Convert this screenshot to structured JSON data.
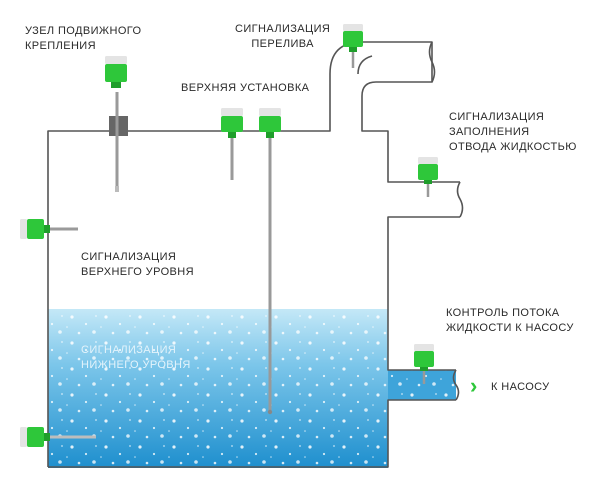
{
  "labels": {
    "mount_node": "УЗЕЛ ПОДВИЖНОГО\nКРЕПЛЕНИЯ",
    "overflow": "СИГНАЛИЗАЦИЯ\nПЕРЕЛИВА",
    "top_install": "ВЕРХНЯЯ УСТАНОВКА",
    "drain_fill": "СИГНАЛИЗАЦИЯ\nЗАПОЛНЕНИЯ\nОТВОДА ЖИДКОСТЬЮ",
    "upper_level": "СИГНАЛИЗАЦИЯ\nВЕРХНЕГО УРОВНЯ",
    "pump_flow": "КОНТРОЛЬ ПОТОКА\nЖИДКОСТИ К НАСОСУ",
    "lower_level": "СИГНАЛИЗАЦИЯ\nНИЖНЕГО УРОВНЯ",
    "to_pump": "К НАСОСУ"
  },
  "icons": {
    "sensor": "level-sensor-icon",
    "mount": "mount-clamp-icon",
    "arrow": "chevron-right-icon"
  },
  "colors": {
    "sensor_green": "#2ec73a",
    "sensor_cap": "#e4e4e4",
    "pipe": "#555555",
    "water_top": "#bfe6f6",
    "water_bottom": "#1e8fce",
    "arrow": "#2ec73a"
  }
}
